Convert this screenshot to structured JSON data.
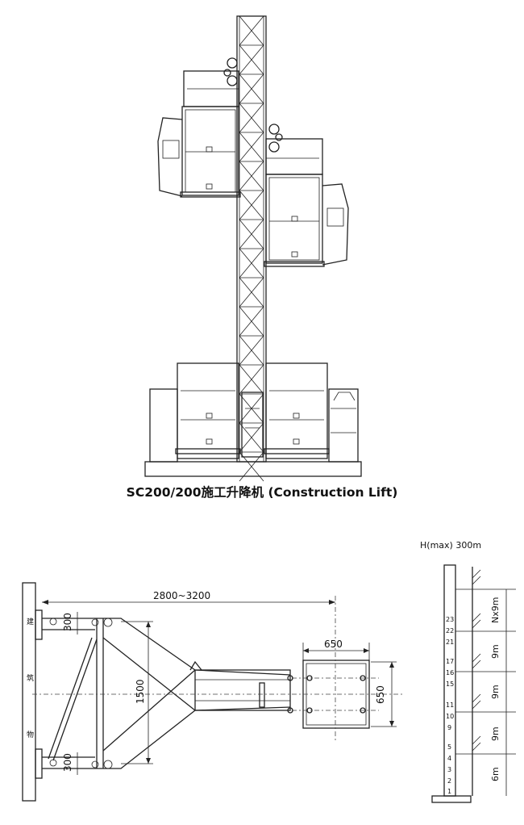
{
  "caption": "SC200/200施工升降机 (Construction Lift)",
  "plan": {
    "dim_span": "2800~3200",
    "dim_mast_width": "650",
    "dim_mast_depth": "650",
    "dim_tie_spacing": "1500",
    "dim_anchor_top": "300",
    "dim_anchor_bottom": "300",
    "building_label_chars": [
      "建",
      "筑",
      "物"
    ]
  },
  "elevation": {
    "height_label": "H(max) 300m",
    "section_numbers": [
      "23",
      "22",
      "21",
      "17",
      "16",
      "15",
      "11",
      "10",
      "9",
      "5",
      "4",
      "3",
      "2",
      "1"
    ],
    "spacing_labels": [
      "Nx9m",
      "9m",
      "9m",
      "9m",
      "6m"
    ]
  }
}
